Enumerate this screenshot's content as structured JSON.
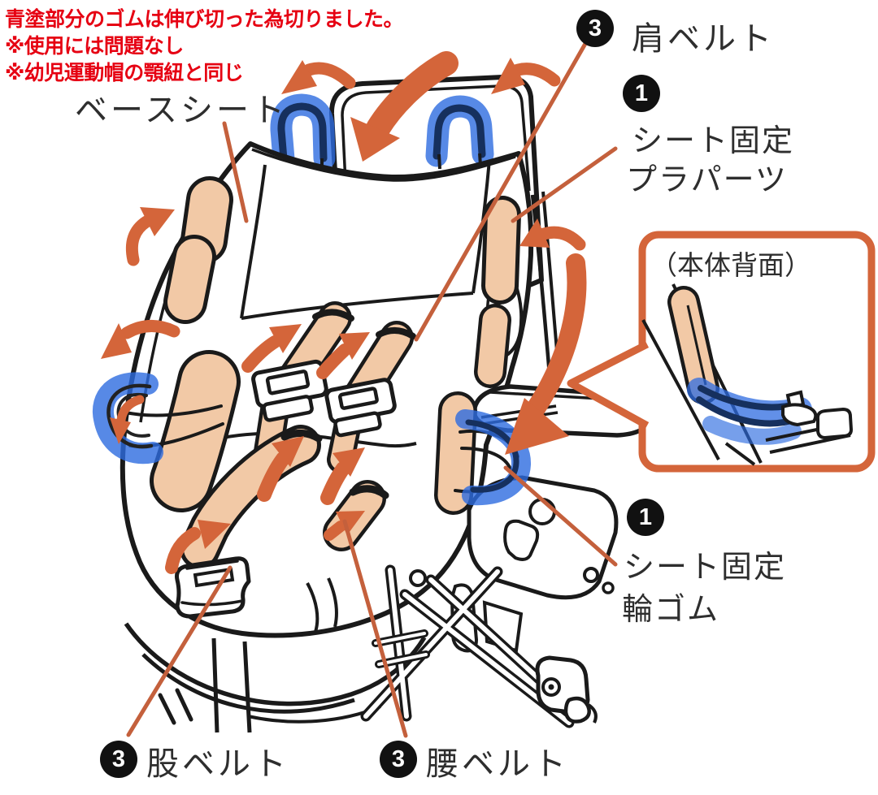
{
  "annotations": {
    "note_line1": "青塗部分のゴムは伸び切った為切りました。",
    "note_line2": "※使用には問題なし",
    "note_line3": "※幼児運動帽の顎紐と同じ"
  },
  "labels": {
    "base_seat": "ベースシート",
    "shoulder_belt": {
      "badge": "3",
      "text": "肩ベルト"
    },
    "seat_fix_plastic": {
      "badge": "1",
      "line1": "シート固定",
      "line2": "プラパーツ"
    },
    "callout_title": "（本体背面）",
    "seat_fix_rubber": {
      "badge": "1",
      "line1": "シート固定",
      "line2": "輪ゴム"
    },
    "crotch_belt": {
      "badge": "3",
      "text": "股ベルト"
    },
    "waist_belt": {
      "badge": "3",
      "text": "腰ベルト"
    }
  },
  "colors": {
    "note_red": "#E60012",
    "arrow_orange": "#D4653A",
    "leader_orange": "#C4603C",
    "highlight_blue": "#2D6BE0",
    "strap_navy": "#16305E",
    "part_peach": "#F2C9A6",
    "line_black": "#1A1A1A",
    "label_gray": "#2E2E2E",
    "badge_black": "#111111"
  }
}
